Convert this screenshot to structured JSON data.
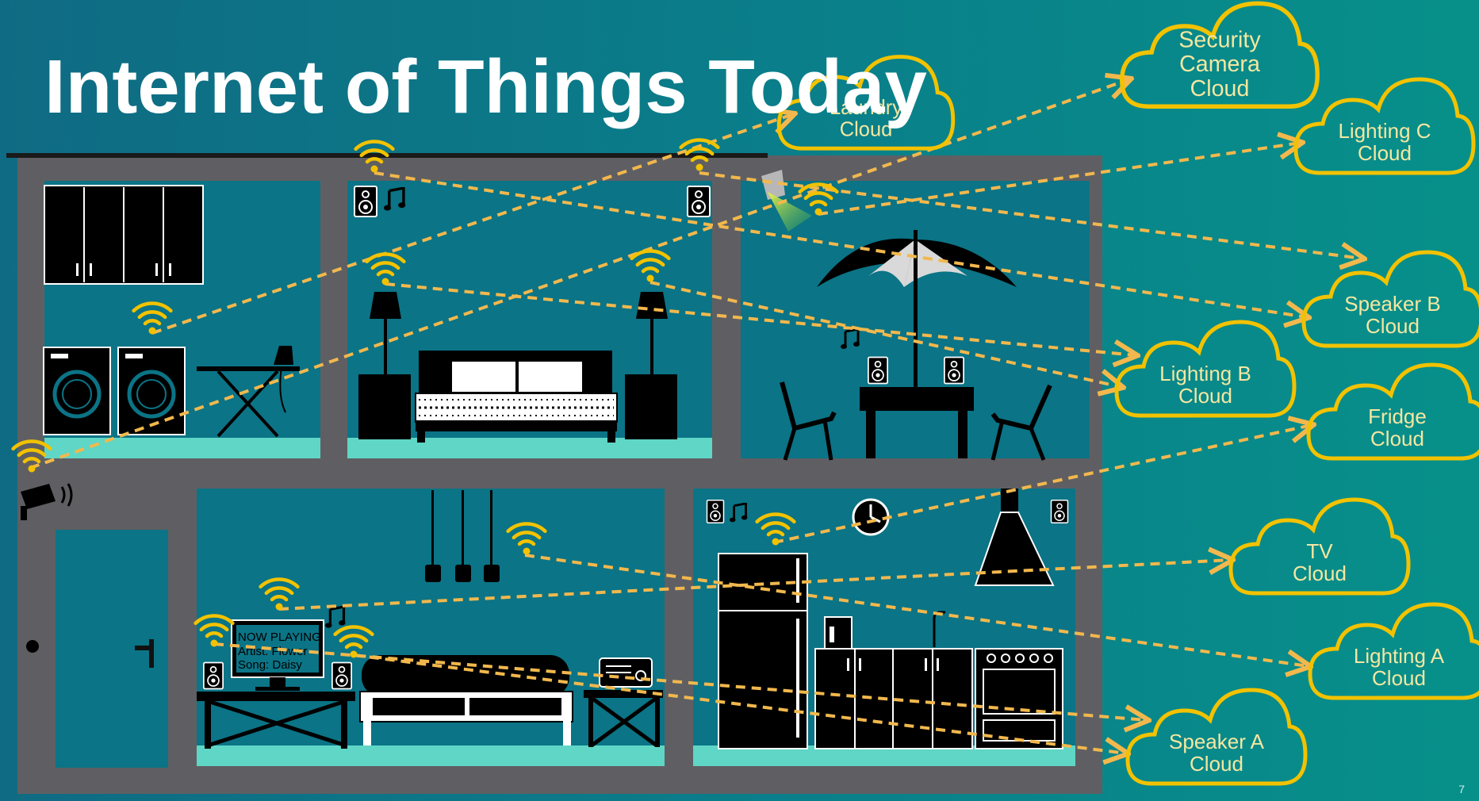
{
  "title": "Internet of Things Today",
  "page_number": "7",
  "colors": {
    "cloud_outline": "#f2c200",
    "cloud_text": "#f4e7a1",
    "arrow": "#f2b84d",
    "wall": "#5f5f63",
    "room": "#0b7486",
    "floor_glow": "#5fd6c6"
  },
  "tv_screen": {
    "line1": "NOW PLAYING",
    "line2": "Artist: Flower",
    "line3": "Song: Daisy"
  },
  "clouds": [
    {
      "id": "laundry",
      "line1": "Laundry",
      "line2": "Cloud"
    },
    {
      "id": "security",
      "line1": "Security",
      "line2": "Camera",
      "line3": "Cloud"
    },
    {
      "id": "lighting-c",
      "line1": "Lighting C",
      "line2": "Cloud"
    },
    {
      "id": "speaker-b",
      "line1": "Speaker B",
      "line2": "Cloud"
    },
    {
      "id": "lighting-b",
      "line1": "Lighting B",
      "line2": "Cloud"
    },
    {
      "id": "fridge",
      "line1": "Fridge",
      "line2": "Cloud"
    },
    {
      "id": "tv",
      "line1": "TV",
      "line2": "Cloud"
    },
    {
      "id": "lighting-a",
      "line1": "Lighting A",
      "line2": "Cloud"
    },
    {
      "id": "speaker-a",
      "line1": "Speaker A",
      "line2": "Cloud"
    }
  ]
}
